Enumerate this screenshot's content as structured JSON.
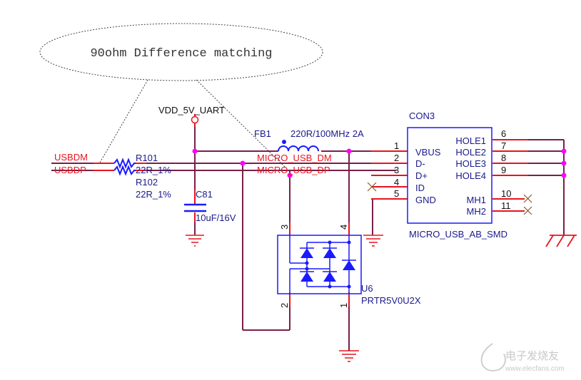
{
  "annotation": {
    "text": "90ohm Difference matching"
  },
  "nets": {
    "usbdm": "USBDM",
    "usbdp": "USBDP",
    "micro_usb_dm": "MICRO_USB_DM",
    "micro_usb_dp": "MICRO_USB_DP",
    "power": "VDD_5V_UART"
  },
  "components": {
    "r101": {
      "ref": "R101",
      "value": "22R_1%"
    },
    "r102": {
      "ref": "R102",
      "value": "22R_1%"
    },
    "c81": {
      "ref": "C81",
      "value": "10uF/16V"
    },
    "fb1": {
      "ref": "FB1",
      "value": "220R/100MHz 2A"
    },
    "con3": {
      "ref": "CON3",
      "part": "MICRO_USB_AB_SMD",
      "left_pins": [
        {
          "num": "1",
          "name": "VBUS"
        },
        {
          "num": "2",
          "name": "D-"
        },
        {
          "num": "3",
          "name": "D+"
        },
        {
          "num": "4",
          "name": "ID"
        },
        {
          "num": "5",
          "name": "GND"
        }
      ],
      "right_pins": [
        {
          "num": "6",
          "name": "HOLE1"
        },
        {
          "num": "7",
          "name": "HOLE2"
        },
        {
          "num": "8",
          "name": "HOLE3"
        },
        {
          "num": "9",
          "name": "HOLE4"
        },
        {
          "num": "10",
          "name": "MH1"
        },
        {
          "num": "11",
          "name": "MH2"
        }
      ]
    },
    "u6": {
      "ref": "U6",
      "part": "PRTR5V0U2X",
      "pins": {
        "p1": "1",
        "p2": "2",
        "p3": "3",
        "p4": "4"
      }
    }
  },
  "watermark": {
    "title": "电子发烧友",
    "url": "www.elecfans.com"
  },
  "colors": {
    "wire": "#7a1f4a",
    "pin": "#e8141e",
    "symbol": "#1a1aff",
    "junction": "#ff00ff",
    "label_red": "#e8141e",
    "label_blue": "#1a1a8c"
  }
}
